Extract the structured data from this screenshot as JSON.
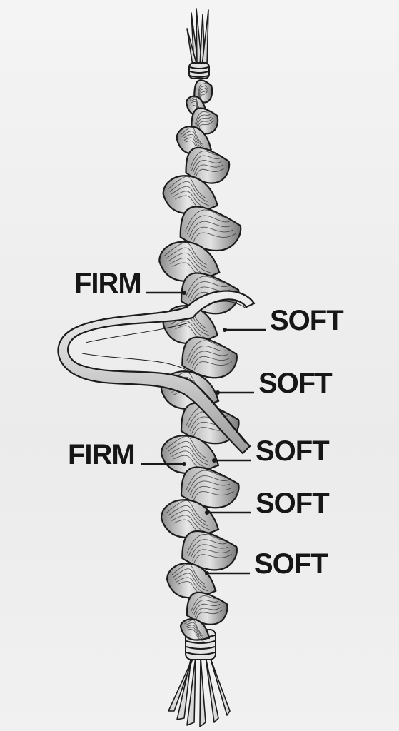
{
  "labels": [
    {
      "id": "firm-1",
      "text": "FIRM"
    },
    {
      "id": "soft-1",
      "text": "SOFT"
    },
    {
      "id": "soft-2",
      "text": "SOFT"
    },
    {
      "id": "firm-2",
      "text": "FIRM"
    },
    {
      "id": "soft-3",
      "text": "SOFT"
    },
    {
      "id": "soft-4",
      "text": "SOFT"
    },
    {
      "id": "soft-5",
      "text": "SOFT"
    }
  ],
  "colors": {
    "strand_light": "#e6e6e6",
    "strand_mid": "#b9b9b9",
    "strand_dark": "#7d7d7d",
    "outline": "#1c1c1c",
    "label": "#161616"
  },
  "icons": {
    "braid": "braid-illustration",
    "top-tie": "top-tie-icon",
    "bottom-tie": "bottom-tie-icon",
    "loose-strand": "loose-strand-icon"
  }
}
